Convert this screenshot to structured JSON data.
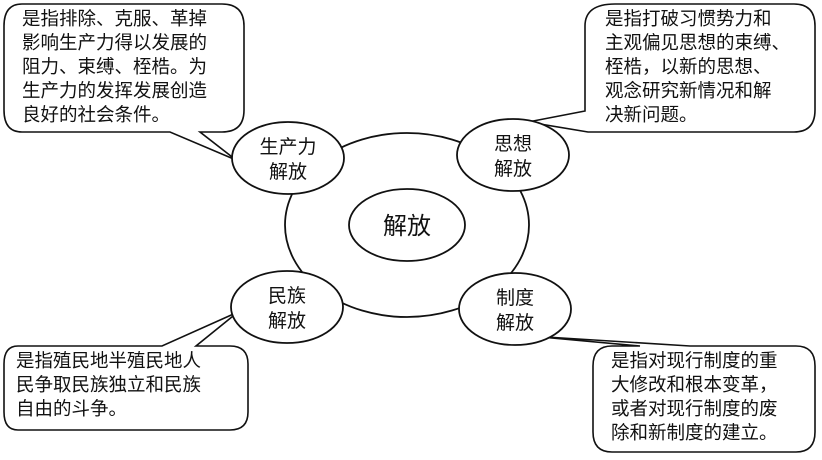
{
  "center": {
    "label": "解放"
  },
  "nodes": {
    "productivity": {
      "line1": "生产力",
      "line2": "解放"
    },
    "thought": {
      "line1": "思想",
      "line2": "解放"
    },
    "nation": {
      "line1": "民族",
      "line2": "解放"
    },
    "system": {
      "line1": "制度",
      "line2": "解放"
    }
  },
  "callouts": {
    "productivity": {
      "lines": [
        "是指排除、克服、革掉",
        "影响生产力得以发展的",
        "阻力、束缚、桎梏。为",
        "生产力的发挥发展创造",
        "良好的社会条件。"
      ]
    },
    "thought": {
      "lines": [
        "是指打破习惯势力和",
        "主观偏见思想的束缚、",
        "桎梏，以新的思想、",
        "观念研究新情况和解",
        "决新问题。"
      ]
    },
    "nation": {
      "lines": [
        "是指殖民地半殖民地人",
        "民争取民族独立和民族",
        "自由的斗争。"
      ]
    },
    "system": {
      "lines": [
        "是指对现行制度的重",
        "大修改和根本变革，",
        "或者对现行制度的废",
        "除和新制度的建立。"
      ]
    }
  }
}
